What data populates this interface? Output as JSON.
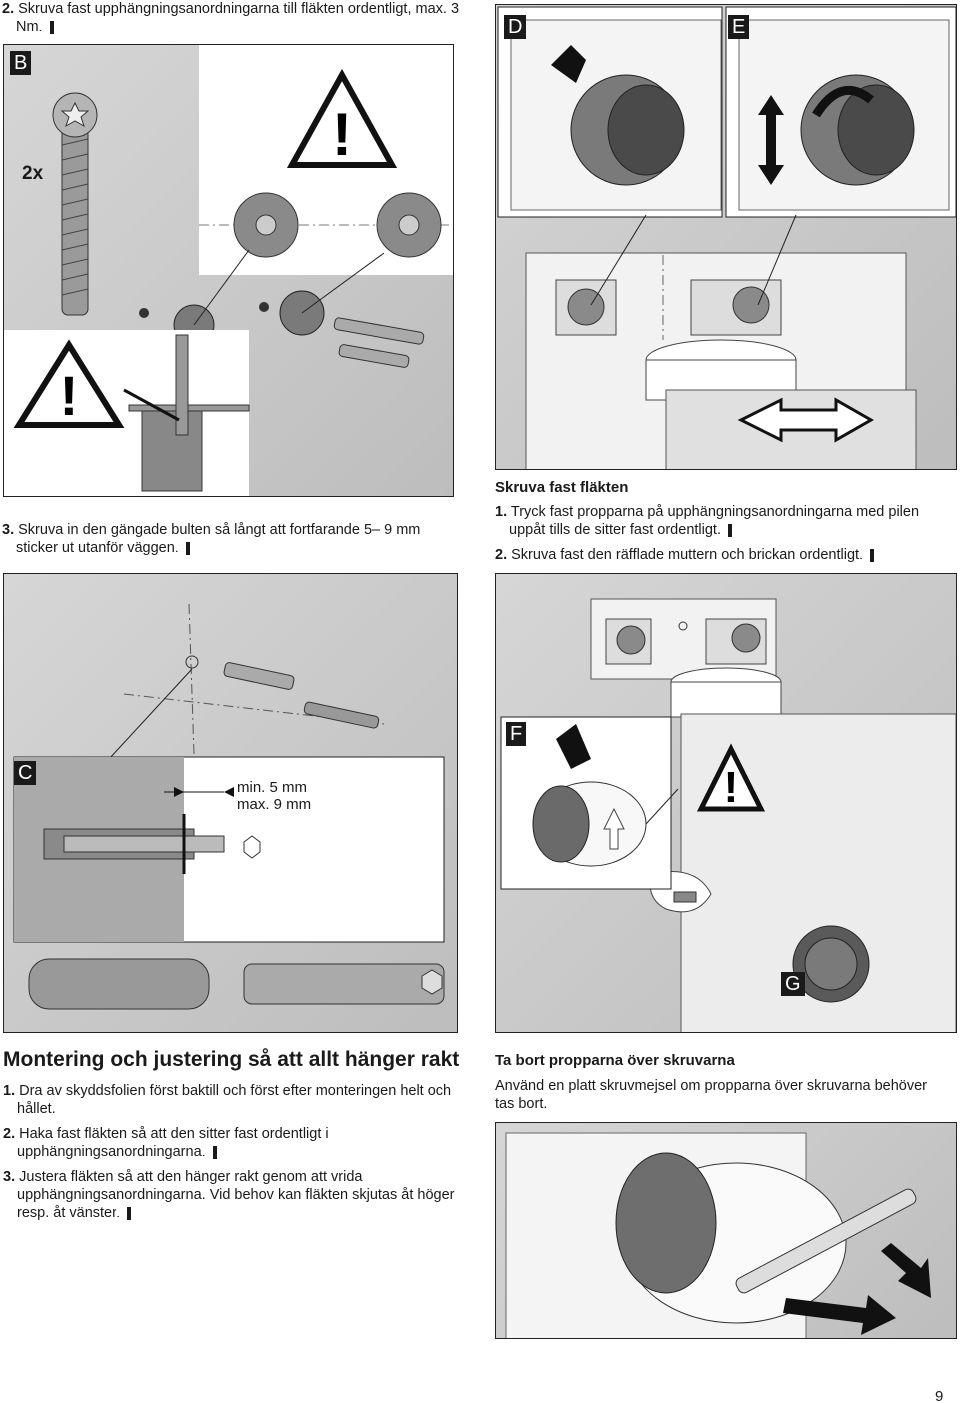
{
  "top_left_step": {
    "number": "2.",
    "text": "Skruva fast upphängningsanordningarna till fläkten ordentligt, max. 3 Nm.",
    "ref": "B"
  },
  "left_step3": {
    "number": "3.",
    "text_a": "Skruva in den gängade bulten så långt att fortfarande 5– 9 mm sticker ut utanför väggen.",
    "ref": "C"
  },
  "figures": {
    "B": {
      "label": "B",
      "multiplier": "2x"
    },
    "C": {
      "label": "C",
      "min": "min. 5 mm",
      "max": "max. 9 mm"
    },
    "D": {
      "label": "D"
    },
    "E": {
      "label": "E"
    },
    "F": {
      "label": "F"
    },
    "G": {
      "label": "G"
    }
  },
  "screw_section": {
    "title": "Skruva fast fläkten",
    "steps": [
      {
        "number": "1.",
        "text": "Tryck fast propparna på upphängningsanordningarna med pilen uppåt tills de sitter fast ordentligt.",
        "ref": "F"
      },
      {
        "number": "2.",
        "text": "Skruva fast den räfflade muttern och brickan ordentligt.",
        "ref": "G"
      }
    ]
  },
  "mount_section": {
    "title": "Montering och justering så att allt hänger rakt",
    "steps": [
      {
        "number": "1.",
        "text": "Dra av skyddsfolien först baktill och först efter monteringen helt och hållet.",
        "ref": ""
      },
      {
        "number": "2.",
        "text": "Haka fast fläkten så att den sitter fast ordentligt i upphängningsanordningarna.",
        "ref": "D"
      },
      {
        "number": "3.",
        "text": "Justera fläkten så att den hänger rakt genom att vrida upphängningsanordningarna. Vid behov kan fläkten skjutas åt höger resp. åt vänster.",
        "ref": "E"
      }
    ]
  },
  "remove_section": {
    "title": "Ta bort propparna över skruvarna",
    "text": "Använd en platt skruvmejsel om propparna över skruvarna behöver tas bort."
  },
  "page_number": "9",
  "warning_symbol": "!",
  "colors": {
    "panel_gray": "#c9c9c9",
    "ink": "#1a1a1a",
    "part_gray": "#8a8a8a"
  }
}
